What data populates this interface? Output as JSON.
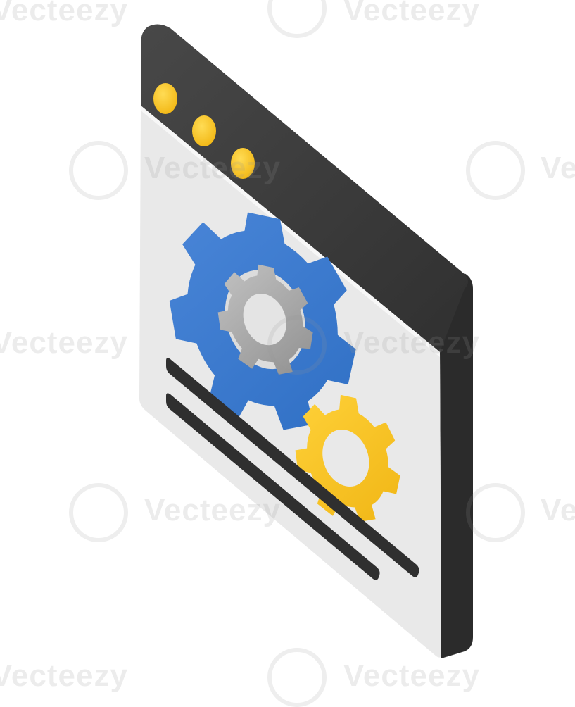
{
  "illustration": {
    "subject": "isometric browser window with gear icons",
    "window": {
      "frame_color": "#3a3a3a",
      "frame_side_color": "#2a2a2a",
      "panel_color": "#e8e8e8",
      "panel_edge_color": "#d4d4d4"
    },
    "dots": {
      "count": 3,
      "color": "#f7c325"
    },
    "gears": [
      {
        "icon": "large-gear-icon",
        "color": "#3f7fd0"
      },
      {
        "icon": "inner-gear-icon",
        "color": "#a7a7a7"
      },
      {
        "icon": "small-gear-icon",
        "color": "#f7c325"
      }
    ],
    "text_lines": {
      "count": 2,
      "color": "#2f2f2f"
    }
  },
  "watermark": {
    "brand": "Vecteezy"
  }
}
